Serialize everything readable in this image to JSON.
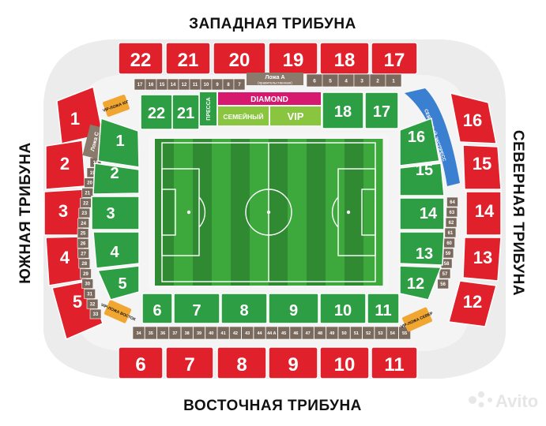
{
  "stands": {
    "west": "ЗАПАДНАЯ ТРИБУНА",
    "east": "ВОСТОЧНАЯ ТРИБУНА",
    "south": "ЮЖНАЯ ТРИБУНА",
    "north": "СЕВЕРНАЯ ТРИБУНА"
  },
  "colors": {
    "outer_ring": "#e8e8e8",
    "upper_sector": "#e0202a",
    "lower_sector": "#2e9e44",
    "box_row": "#7a6a5e",
    "vip_box": "#f2a632",
    "diamond": "#d6186e",
    "family": "#8ac53f",
    "press": "#2e9e44",
    "north_express": "#3b7fd1",
    "pitch_dark": "#2f8a32",
    "pitch_light": "#3da83b"
  },
  "upper_top": [
    "22",
    "21",
    "20",
    "19",
    "18",
    "17"
  ],
  "upper_bottom": [
    "6",
    "7",
    "8",
    "9",
    "10",
    "11"
  ],
  "upper_left": [
    "1",
    "2",
    "3",
    "4",
    "5"
  ],
  "upper_right": [
    "16",
    "15",
    "14",
    "13",
    "12"
  ],
  "lower_top_left": [
    "22",
    "21"
  ],
  "lower_top_right": [
    "18",
    "17"
  ],
  "lower_bottom": [
    "6",
    "7",
    "8",
    "9",
    "10",
    "11"
  ],
  "lower_left": [
    "1",
    "2",
    "3",
    "4",
    "5"
  ],
  "lower_right": [
    "16",
    "15",
    "14",
    "13",
    "12"
  ],
  "boxes_top_left": [
    "17",
    "16",
    "15",
    "14",
    "12",
    "11",
    "10",
    "9",
    "8",
    "7"
  ],
  "boxes_top_right": [
    "6",
    "5",
    "4",
    "3",
    "2",
    "1"
  ],
  "box_a_label": "Ложа А",
  "box_a_sub": "(правительственная)",
  "box_c_label": "Ложа С",
  "boxes_bottom": [
    "34",
    "35",
    "36",
    "37",
    "38",
    "39",
    "40",
    "41",
    "42",
    "43",
    "44",
    "44 A",
    "45",
    "46",
    "47",
    "48",
    "49",
    "50",
    "51",
    "52",
    "53",
    "54",
    "55"
  ],
  "boxes_left": [
    "18",
    "19",
    "20",
    "21",
    "22",
    "23",
    "24",
    "25",
    "26",
    "27",
    "28",
    "29",
    "30",
    "31",
    "32",
    "33"
  ],
  "boxes_right": [
    "64",
    "63",
    "62",
    "61",
    "60",
    "59",
    "58",
    "57",
    "56"
  ],
  "diamond_label": "DIAMOND",
  "press_label": "ПРЕССА",
  "family_label": "СЕМЕЙНЫЙ",
  "vip_label": "VIP",
  "north_express_label": "СЕВЕРНЫЙ ЭКСПРЕСС",
  "vip_boxes": {
    "top_left": "VIP-ЛОЖА ЮГ",
    "bottom_left": "VIP-ЛОЖА ВОСТОК",
    "bottom_right": "VIP-ЛОЖА СЕВЕР"
  },
  "watermark": "Avito"
}
